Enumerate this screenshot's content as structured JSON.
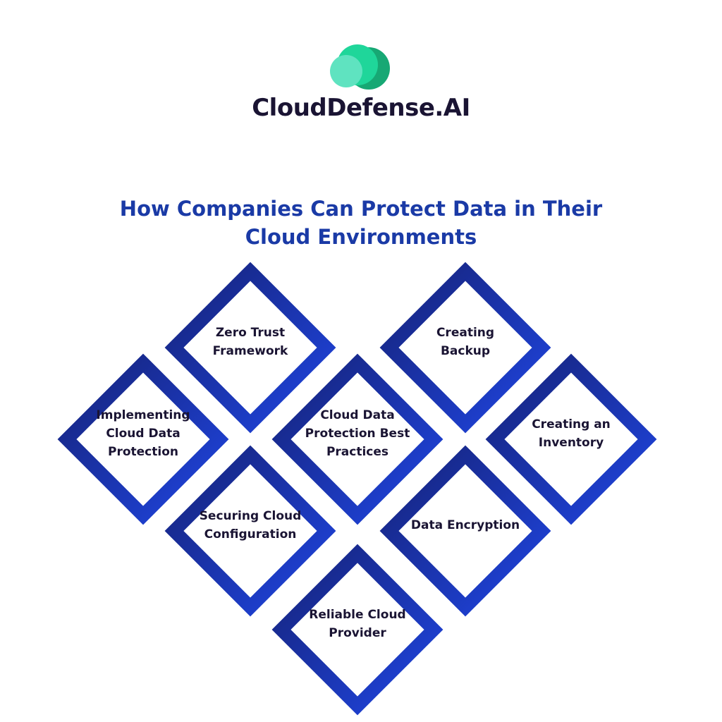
{
  "brand": {
    "name": "CloudDefense.AI",
    "logo_icon": "cloud-icon",
    "colors": [
      "#5fe3c0",
      "#1fd69a",
      "#17a874"
    ]
  },
  "title": {
    "line1": "How Companies Can Protect Data in Their",
    "line2": "Cloud Environments"
  },
  "colors": {
    "title": "#1a3aa6",
    "diamond_dark": "#16237a",
    "diamond_light": "#1f45e0",
    "text": "#1a1433"
  },
  "items": [
    {
      "id": "zero-trust",
      "label": "Zero Trust Framework"
    },
    {
      "id": "creating-backup",
      "label": "Creating Backup"
    },
    {
      "id": "implementing",
      "label": "Implementing Cloud Data Protection"
    },
    {
      "id": "best-practices",
      "label": "Cloud Data Protection Best Practices"
    },
    {
      "id": "inventory",
      "label": "Creating an Inventory"
    },
    {
      "id": "securing-config",
      "label": "Securing Cloud Configuration"
    },
    {
      "id": "encryption",
      "label": "Data Encryption"
    },
    {
      "id": "reliable-provider",
      "label": "Reliable Cloud Provider"
    }
  ]
}
